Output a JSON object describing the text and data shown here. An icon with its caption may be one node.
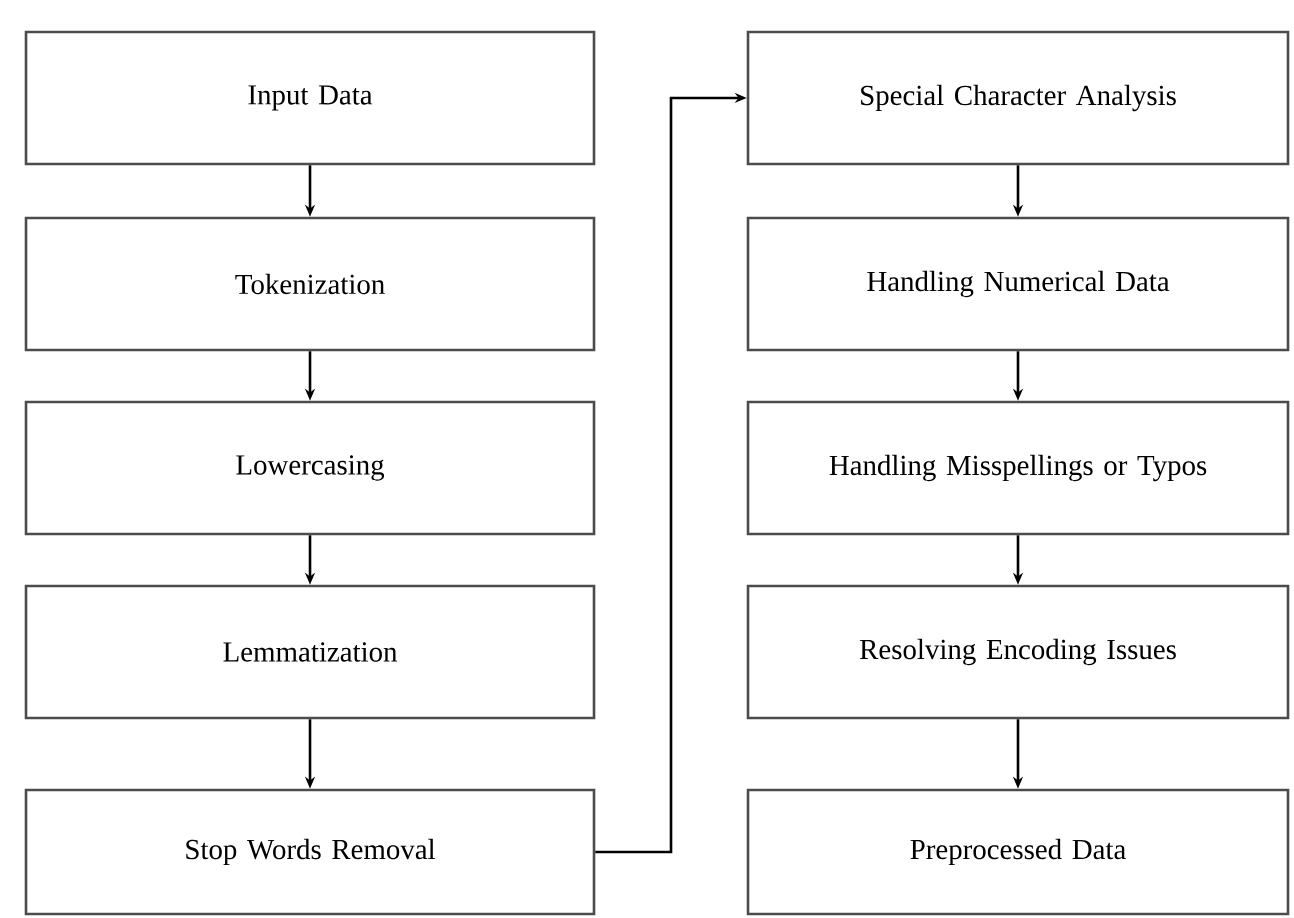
{
  "diagram": {
    "nodes": [
      {
        "text": [
          "Input Data"
        ]
      },
      {
        "text": [
          "Tokenization"
        ]
      },
      {
        "text": [
          "Lowercasing"
        ]
      },
      {
        "text": [
          "Lemmatization"
        ]
      },
      {
        "text": [
          "Stop Words Removal"
        ]
      },
      {
        "text": [
          "Special Character Analysis"
        ]
      },
      {
        "text": [
          "Handling Numerical Data"
        ]
      },
      {
        "text": [
          "Handling Misspellings or Typos"
        ]
      },
      {
        "text": [
          "Resolving Encoding Issues"
        ]
      },
      {
        "text": [
          "Preprocessed Data"
        ]
      }
    ],
    "edges": [
      {
        "from": 0,
        "to": 1,
        "arrow": "to"
      },
      {
        "from": 1,
        "to": 2,
        "arrow": "to"
      },
      {
        "from": 2,
        "to": 3,
        "arrow": "to"
      },
      {
        "from": 3,
        "to": 4,
        "arrow": "to"
      },
      {
        "from": 4,
        "to": 5,
        "arrow": "to"
      },
      {
        "from": 5,
        "to": 6,
        "arrow": "to"
      },
      {
        "from": 6,
        "to": 7,
        "arrow": "to"
      },
      {
        "from": 7,
        "to": 8,
        "arrow": "to"
      },
      {
        "from": 8,
        "to": 9,
        "arrow": "to"
      }
    ]
  }
}
